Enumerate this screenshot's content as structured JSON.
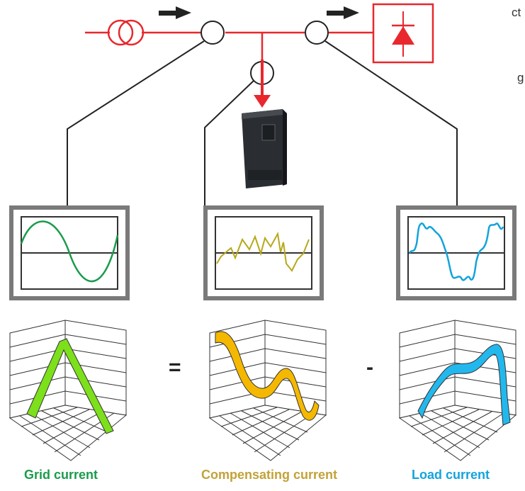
{
  "fragments": {
    "line1_end": "ct",
    "line2_end": "g"
  },
  "operators": {
    "equals": "=",
    "minus": "-"
  },
  "captions": {
    "grid": "Grid current",
    "compensating": "Compensating current",
    "load": "Load current"
  },
  "colors": {
    "power_line": "#e8282d",
    "grid": "#1a9b4c",
    "compensating": "#c2a238",
    "compensating_wave": "#b7a81a",
    "load": "#14a3dc",
    "grid_ribbon": "#7ce01a",
    "comp_ribbon": "#f5b800",
    "load_ribbon": "#22b8ee",
    "frame": "#7a7a7a"
  },
  "icons": [
    "transformer-icon",
    "diode-rectifier-icon",
    "current-sensor-icon",
    "active-filter-device-icon",
    "arrow-right-icon",
    "arrow-down-icon"
  ]
}
